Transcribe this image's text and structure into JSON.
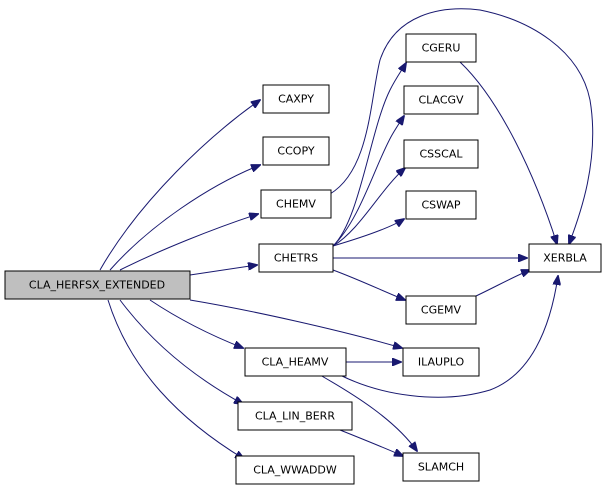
{
  "graph": {
    "colors": {
      "edge": "#191970",
      "root_fill": "#bfbfbf",
      "node_fill": "#ffffff",
      "border": "#000000"
    },
    "nodes": {
      "root": "CLA_HERFSX_EXTENDED",
      "caxpy": "CAXPY",
      "ccopy": "CCOPY",
      "chemv": "CHEMV",
      "chetrs": "CHETRS",
      "cla_heamv": "CLA_HEAMV",
      "cla_lin_berr": "CLA_LIN_BERR",
      "cla_wwaddw": "CLA_WWADDW",
      "cgeru": "CGERU",
      "clacgv": "CLACGV",
      "csscal": "CSSCAL",
      "cswap": "CSWAP",
      "cgemv": "CGEMV",
      "ilauplo": "ILAUPLO",
      "slamch": "SLAMCH",
      "xerbla": "XERBLA"
    },
    "edges": [
      [
        "root",
        "caxpy"
      ],
      [
        "root",
        "ccopy"
      ],
      [
        "root",
        "chemv"
      ],
      [
        "root",
        "chetrs"
      ],
      [
        "root",
        "ilauplo"
      ],
      [
        "root",
        "cla_heamv"
      ],
      [
        "root",
        "cla_lin_berr"
      ],
      [
        "root",
        "cla_wwaddw"
      ],
      [
        "chemv",
        "xerbla"
      ],
      [
        "chetrs",
        "cgeru"
      ],
      [
        "chetrs",
        "clacgv"
      ],
      [
        "chetrs",
        "csscal"
      ],
      [
        "chetrs",
        "cswap"
      ],
      [
        "chetrs",
        "xerbla"
      ],
      [
        "chetrs",
        "cgemv"
      ],
      [
        "cgeru",
        "xerbla"
      ],
      [
        "cgemv",
        "xerbla"
      ],
      [
        "cla_heamv",
        "ilauplo"
      ],
      [
        "cla_heamv",
        "xerbla"
      ],
      [
        "cla_heamv",
        "slamch"
      ],
      [
        "cla_lin_berr",
        "slamch"
      ]
    ]
  }
}
